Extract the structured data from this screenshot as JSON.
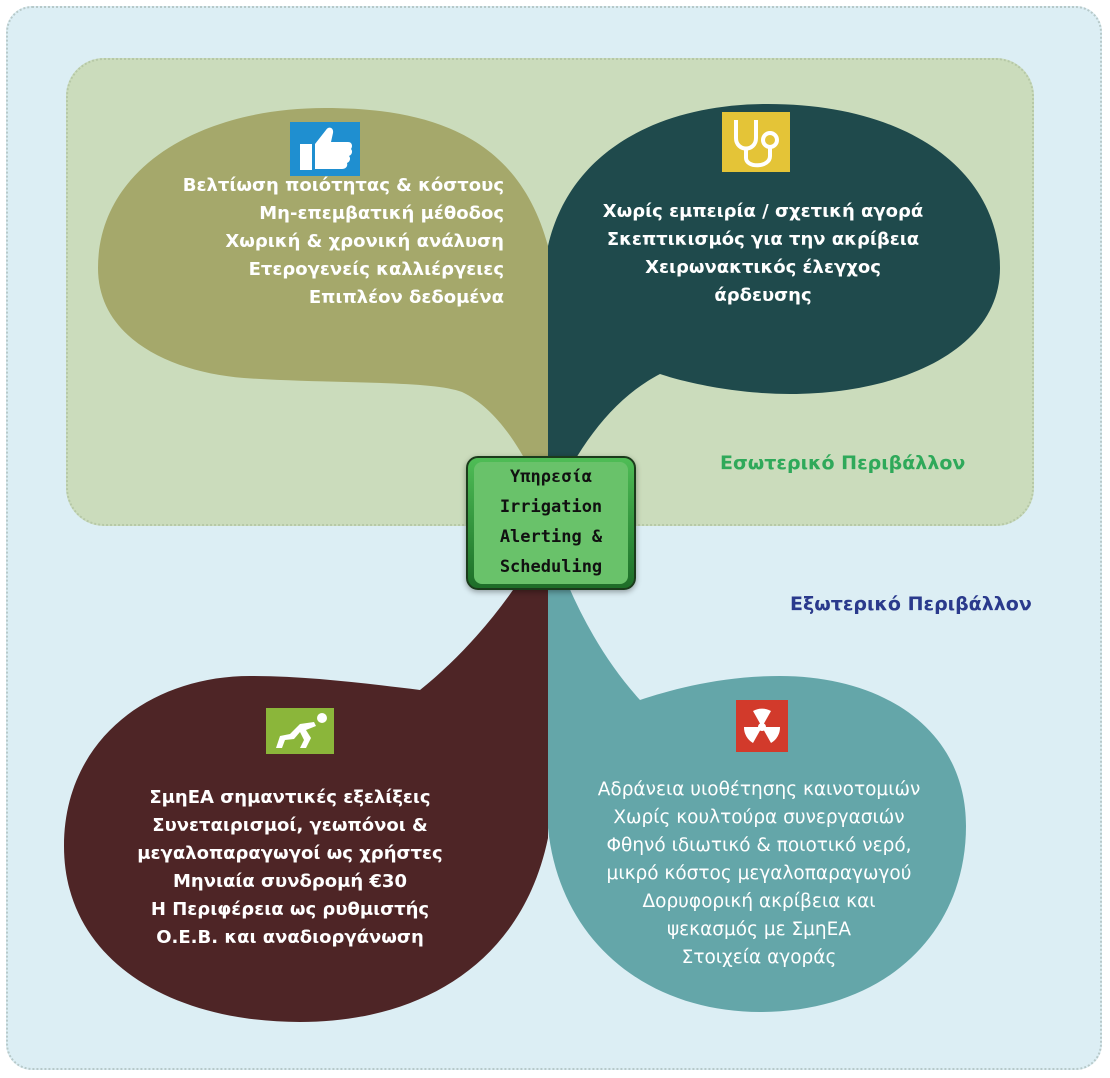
{
  "colors": {
    "external_bg": "#dceef4",
    "internal_bg": "#cbdcbc",
    "strengths": "#a5a86b",
    "weaknesses": "#1f4a4c",
    "opportunities": "#4e2526",
    "threats": "#64a6a9",
    "internal_label": "#2fa95a",
    "external_label": "#2a3a8c"
  },
  "center": {
    "lines": [
      "Υπηρεσία",
      "Irrigation",
      "Alerting &",
      "Scheduling"
    ]
  },
  "labels": {
    "internal": "Εσωτερικό Περιβάλλον",
    "external": "Εξωτερικό Περιβάλλον"
  },
  "quadrants": {
    "strengths": {
      "icon": "thumbs-up-icon",
      "items": [
        "Βελτίωση ποιότητας & κόστους",
        "Μη-επεμβατική μέθοδος",
        "Χωρική & χρονική ανάλυση",
        "Ετερογενείς καλλιέργειες",
        "Επιπλέον δεδομένα"
      ]
    },
    "weaknesses": {
      "icon": "stethoscope-icon",
      "items": [
        "Χωρίς εμπειρία / σχετική αγορά",
        "Σκεπτικισμός για την ακρίβεια",
        "Χειρωνακτικός έλεγχος",
        "άρδευσης"
      ]
    },
    "opportunities": {
      "icon": "runner-start-icon",
      "items": [
        "ΣμηΕΑ σημαντικές εξελίξεις",
        "Συνεταιρισμοί, γεωπόνοι &",
        "μεγαλοπαραγωγοί ως χρήστες",
        "Μηνιαία συνδρομή €30",
        "Η Περιφέρεια ως ρυθμιστής",
        "Ο.Ε.Β. και αναδιοργάνωση"
      ]
    },
    "threats": {
      "icon": "radiation-hazard-icon",
      "items": [
        "Αδράνεια υιοθέτησης καινοτομιών",
        "Χωρίς κουλτούρα συνεργασιών",
        "Φθηνό ιδιωτικό & ποιοτικό νερό,",
        "μικρό κόστος μεγαλοπαραγωγού",
        "Δορυφορική ακρίβεια και",
        "ψεκασμός με ΣμηΕΑ",
        "Στοιχεία αγοράς"
      ]
    }
  }
}
